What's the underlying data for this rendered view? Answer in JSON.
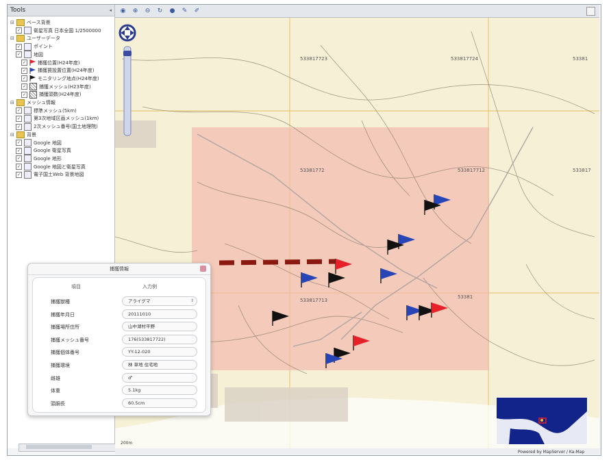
{
  "panel": {
    "header": "Tools",
    "tree": [
      {
        "label": "ベース背景",
        "level": 0,
        "kind": "folder"
      },
      {
        "label": "衛星写真 日本全国 1/2500000",
        "level": 1,
        "kind": "layer"
      },
      {
        "label": "ユーザーデータ",
        "level": 0,
        "kind": "folder"
      },
      {
        "label": "ポイント",
        "level": 1,
        "kind": "layer"
      },
      {
        "label": "地図",
        "level": 1,
        "kind": "layer"
      },
      {
        "label": "捕獲位置(H24年度)",
        "level": 2,
        "kind": "flag-red"
      },
      {
        "label": "捕獲罠設置位置(H24年度)",
        "level": 2,
        "kind": "flag-blue"
      },
      {
        "label": "モニタリング地点(H24年度)",
        "level": 2,
        "kind": "flag-black"
      },
      {
        "label": "捕獲メッシュ(H23年度)",
        "level": 2,
        "kind": "mesh"
      },
      {
        "label": "捕獲頭数(H24年度)",
        "level": 2,
        "kind": "mesh"
      },
      {
        "label": "メッシュ情報",
        "level": 0,
        "kind": "folder"
      },
      {
        "label": "標準メッシュ(5km)",
        "level": 1,
        "kind": "layer"
      },
      {
        "label": "第3次地域区画メッシュ(1km)",
        "level": 1,
        "kind": "layer"
      },
      {
        "label": "2次メッシュ番号(国土地理院)",
        "level": 1,
        "kind": "layer"
      },
      {
        "label": "背景",
        "level": 0,
        "kind": "folder"
      },
      {
        "label": "Google 地図",
        "level": 1,
        "kind": "layer"
      },
      {
        "label": "Google 衛星写真",
        "level": 1,
        "kind": "layer"
      },
      {
        "label": "Google 地形",
        "level": 1,
        "kind": "layer"
      },
      {
        "label": "Google 地図と衛星写真",
        "level": 1,
        "kind": "layer"
      },
      {
        "label": "電子国土Web 背景地図",
        "level": 1,
        "kind": "layer"
      }
    ]
  },
  "toolbar": {
    "icons": [
      "globe-icon",
      "zoom-in-icon",
      "zoom-out-icon",
      "rotate-icon",
      "earth-icon",
      "pencil-icon",
      "ruler-icon"
    ]
  },
  "map": {
    "mesh_labels": [
      "533817723",
      "533817724",
      "53381772",
      "533817712",
      "533817713",
      "53381",
      "53381",
      "533817"
    ],
    "background": "#f6f1d6",
    "highlight_color": "#f2b6aa",
    "flag_colors": {
      "red": "#e8202a",
      "blue": "#2845b8",
      "black": "#111111"
    }
  },
  "popup": {
    "title": "捕獲情報",
    "col_item": "項目",
    "col_value": "入力例",
    "rows": [
      {
        "label": "捕獲獣種",
        "value": "アライグマ",
        "select": true
      },
      {
        "label": "捕獲年月日",
        "value": "20111010"
      },
      {
        "label": "捕獲場所住所",
        "value": "山中湖村平野"
      },
      {
        "label": "捕獲メッシュ番号",
        "value": "176(533817722)"
      },
      {
        "label": "捕獲個体番号",
        "value": "YY-12-020"
      },
      {
        "label": "捕獲環境",
        "value": "林 草地 住宅地"
      },
      {
        "label": "雌雄",
        "value": "♂"
      },
      {
        "label": "体重",
        "value": "5.1kg"
      },
      {
        "label": "頭胴長",
        "value": "60.5cm"
      }
    ]
  },
  "status": {
    "attribution": "Powered by MapServer / Ka-Map",
    "scale": "200m"
  }
}
